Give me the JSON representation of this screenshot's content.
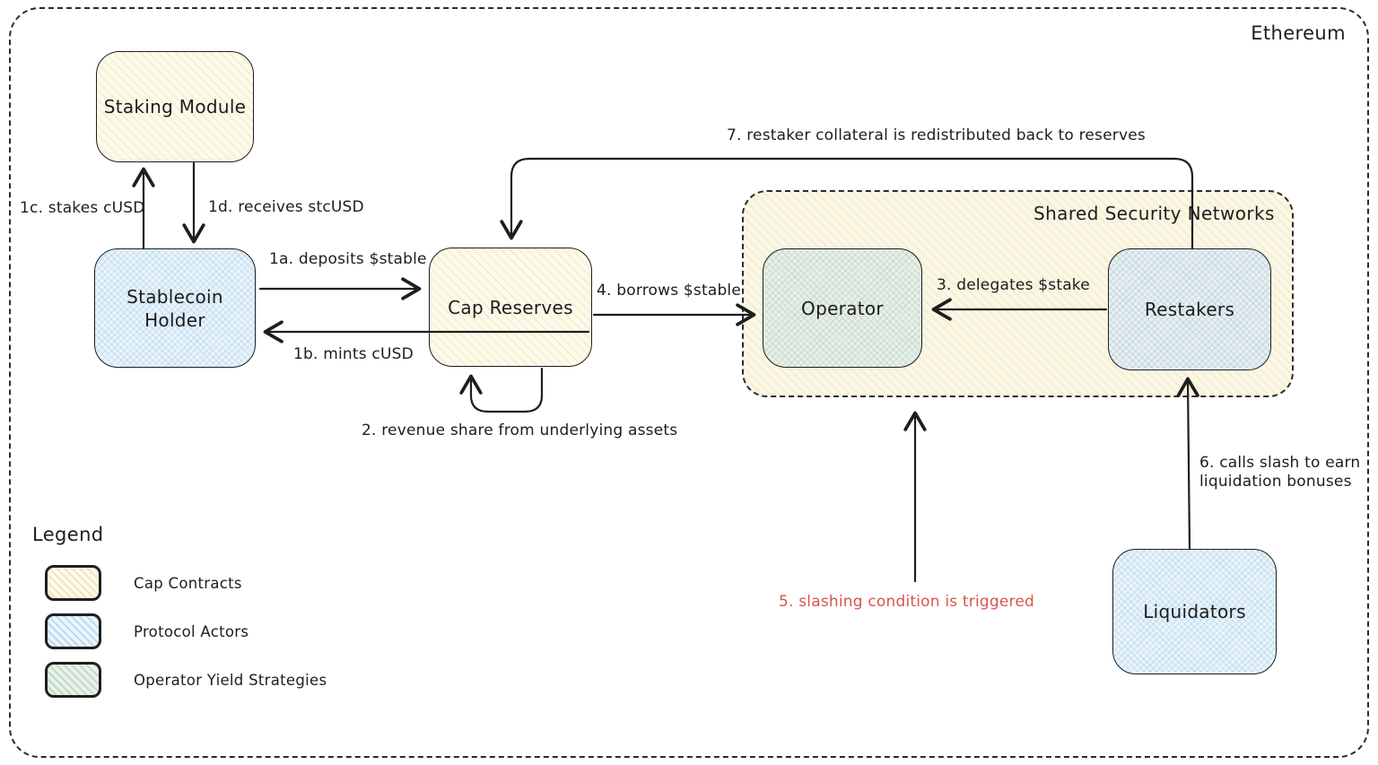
{
  "region": {
    "chain_label": "Ethereum",
    "group_label": "Shared Security Networks"
  },
  "nodes": {
    "staking_module": {
      "label": "Staking Module",
      "category": "Cap Contracts"
    },
    "stablecoin_holder": {
      "label": "Stablecoin Holder",
      "category": "Protocol Actors"
    },
    "cap_reserves": {
      "label": "Cap Reserves",
      "category": "Cap Contracts"
    },
    "operator": {
      "label": "Operator",
      "category": "Operator Yield Strategies"
    },
    "restakers": {
      "label": "Restakers",
      "category": "Protocol Actors"
    },
    "liquidators": {
      "label": "Liquidators",
      "category": "Protocol Actors"
    }
  },
  "flows": {
    "f1a": "1a. deposits $stable",
    "f1b": "1b. mints cUSD",
    "f1c": "1c. stakes cUSD",
    "f1d": "1d. receives stcUSD",
    "f2": "2. revenue share from underlying assets",
    "f3": "3. delegates $stake",
    "f4": "4. borrows $stable",
    "f5": "5. slashing condition is triggered",
    "f6_line1": "6. calls slash to earn",
    "f6_line2": "liquidation bonuses",
    "f7": "7. restaker collateral is redistributed back to reserves"
  },
  "legend": {
    "title": "Legend",
    "items": [
      {
        "label": "Cap Contracts",
        "color": "#fdf8e1"
      },
      {
        "label": "Protocol Actors",
        "color": "#e4f1f9"
      },
      {
        "label": "Operator Yield Strategies",
        "color": "#e7f0e8"
      }
    ]
  },
  "colors": {
    "outline": "#1e1e1e",
    "cap_contracts_fill": "#fdfaec",
    "protocol_actors_fill": "#e9f4fb",
    "operator_yield_fill": "#e8efe9",
    "group_fill": "#fbf7e6",
    "slashing_label_red": "#d9544d",
    "background": "#ffffff"
  }
}
